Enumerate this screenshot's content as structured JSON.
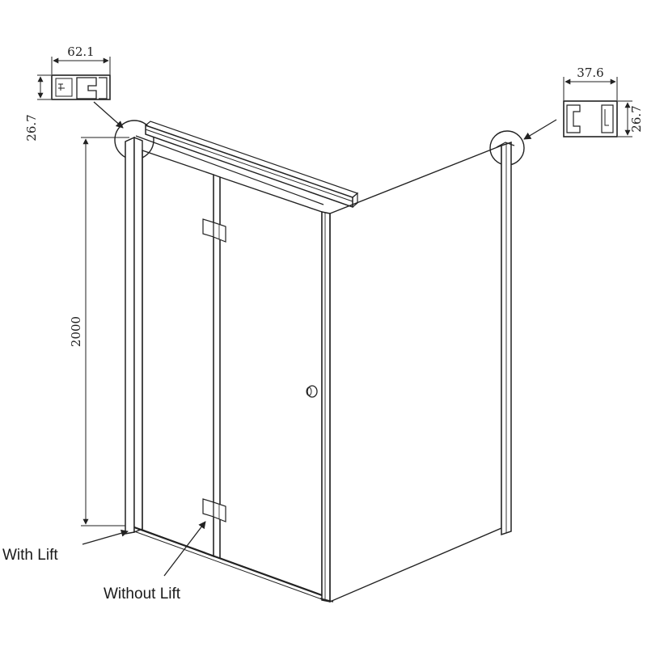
{
  "profiles": {
    "left": {
      "width": "62.1",
      "height": "26.7"
    },
    "right": {
      "width": "37.6",
      "height": "26.7"
    }
  },
  "height_dimension": "2000",
  "labels": {
    "with_lift": "With Lift",
    "without_lift": "Without Lift"
  }
}
